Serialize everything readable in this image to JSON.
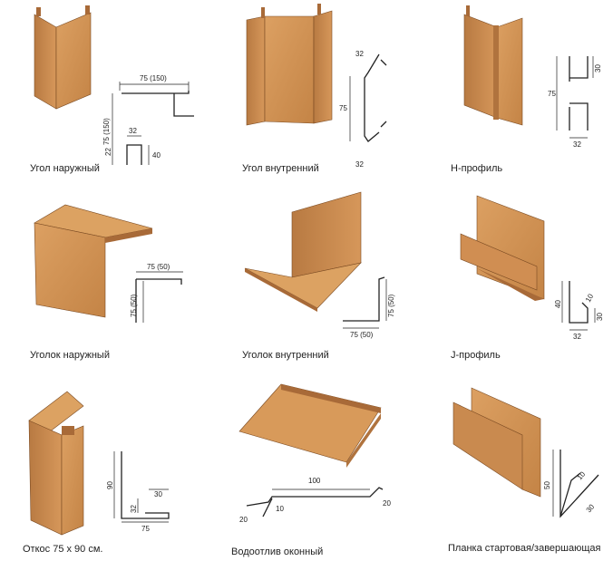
{
  "colors": {
    "copper_light": "#d99a5c",
    "copper_mid": "#c98a4f",
    "copper_dark": "#a86a38",
    "edge": "#7a4a22"
  },
  "items": [
    {
      "caption": "Угол наружный",
      "dims": {
        "top": "75 (150)",
        "side": "75 (150)",
        "inner_w": "32",
        "left_h": "22",
        "right_h": "40"
      }
    },
    {
      "caption": "Угол внутренний",
      "dims": {
        "top": "32",
        "height": "75",
        "bottom": "32"
      }
    },
    {
      "caption": "Н-профиль",
      "dims": {
        "top": "30",
        "height": "75",
        "bottom": "32"
      }
    },
    {
      "caption": "Уголок наружный",
      "dims": {
        "top": "75 (50)",
        "side": "75 (50)"
      }
    },
    {
      "caption": "Уголок внутренний",
      "dims": {
        "side": "75 (50)",
        "bottom": "75 (50)"
      }
    },
    {
      "caption": "J-профиль",
      "dims": {
        "height": "40",
        "slant": "10",
        "right": "30",
        "bottom": "32"
      }
    },
    {
      "caption": "Откос 75 х 90 см.",
      "dims": {
        "height": "90",
        "top": "30",
        "step": "32",
        "bottom": "75"
      }
    },
    {
      "caption": "Водоотлив оконный",
      "dims": {
        "top": "100",
        "right": "20",
        "left": "20",
        "mid": "10"
      }
    },
    {
      "caption": "Планка стартовая/завершающая",
      "dims": {
        "height": "50",
        "slant": "10",
        "long": "30"
      }
    }
  ]
}
